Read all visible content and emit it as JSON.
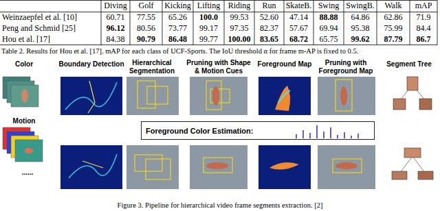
{
  "diagram": {
    "caption": "Table 2. Results for Hou et al. [17]. mAP for each class of UCF-Sports. The IoU threshold α for frame m-AP is fixed to 0.5.",
    "nodes": [
      {
        "text": [
          "Foreground Color Estimation:"
        ]
      }
    ],
    "labels": [
      "Diving",
      "Golf",
      "Kicking",
      "Lifting",
      "Riding",
      "Run",
      "SkateB.",
      "Swing",
      "SwingB.",
      "Walk",
      "mAP",
      "Weinzaepfel et al. [10]",
      "60.71",
      "77.55",
      "65.26",
      "100.0",
      "99.53",
      "52.60",
      "47.14",
      "88.88",
      "64.86",
      "62.86",
      "71.9",
      "Peng and Schmid [25]",
      "96.12",
      "80.56",
      "73.77",
      "99.17",
      "97.35",
      "82.37",
      "57.67",
      "69.94",
      "95.38",
      "75.99",
      "84.4",
      "Hou et al. [17]",
      "84.38",
      "90.79",
      "86.48",
      "99.77",
      "100.00",
      "83.65",
      "68.72",
      "65.75",
      "99.62",
      "87.79",
      "86.7",
      "Color",
      "Boundary Detection",
      "Hierarchical Segmentation",
      "Pruning with Shape & Motion Cues",
      "Foreground Map",
      "Pruning with Foreground Map",
      "Segment Tree",
      "Motion",
      "......",
      "Figure 3. Pipeline for hierarchical video frame segments extraction. [2]"
    ]
  }
}
